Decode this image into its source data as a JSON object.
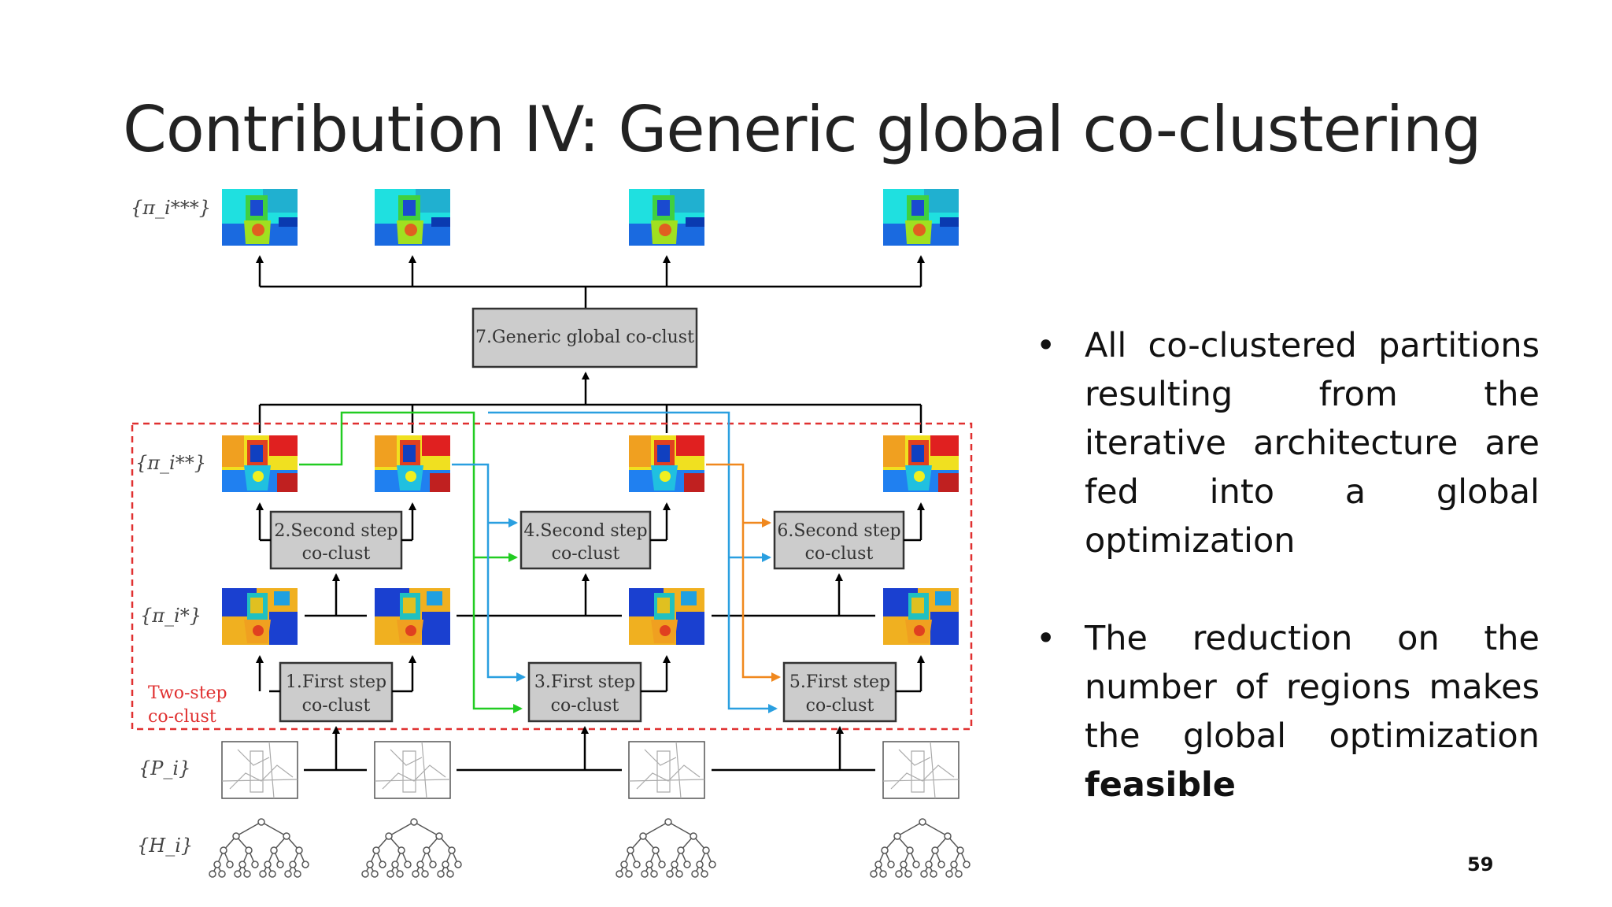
{
  "slide": {
    "title": "Contribution IV: Generic global co-clustering",
    "page_number": "59"
  },
  "bullets": [
    {
      "text": "All co-clustered partitions resulting from the iterative architecture are fed into a global optimization",
      "bold": ""
    },
    {
      "text": "The reduction on the number of regions makes the global optimization ",
      "bold": "feasible"
    }
  ],
  "diagram": {
    "row_labels": {
      "pi3": "{π_i***}",
      "pi2": "{π_i**}",
      "pi1": "{π_i*}",
      "P": "{P_i}",
      "H": "{H_i}"
    },
    "boxes": {
      "b7": "7.Generic global co-clust",
      "b2": [
        "2.Second step",
        "co-clust"
      ],
      "b4": [
        "4.Second step",
        "co-clust"
      ],
      "b6": [
        "6.Second step",
        "co-clust"
      ],
      "b1": [
        "1.First step",
        "co-clust"
      ],
      "b3": [
        "3.First step",
        "co-clust"
      ],
      "b5": [
        "5.First step",
        "co-clust"
      ]
    },
    "two_step_label": [
      "Two-step",
      "co-clust"
    ],
    "colors": {
      "green": "#22cc22",
      "blue": "#2a9fe0",
      "orange": "#f0881e",
      "dashed_red": "#e03030",
      "box_fill": "#cccccc"
    }
  }
}
